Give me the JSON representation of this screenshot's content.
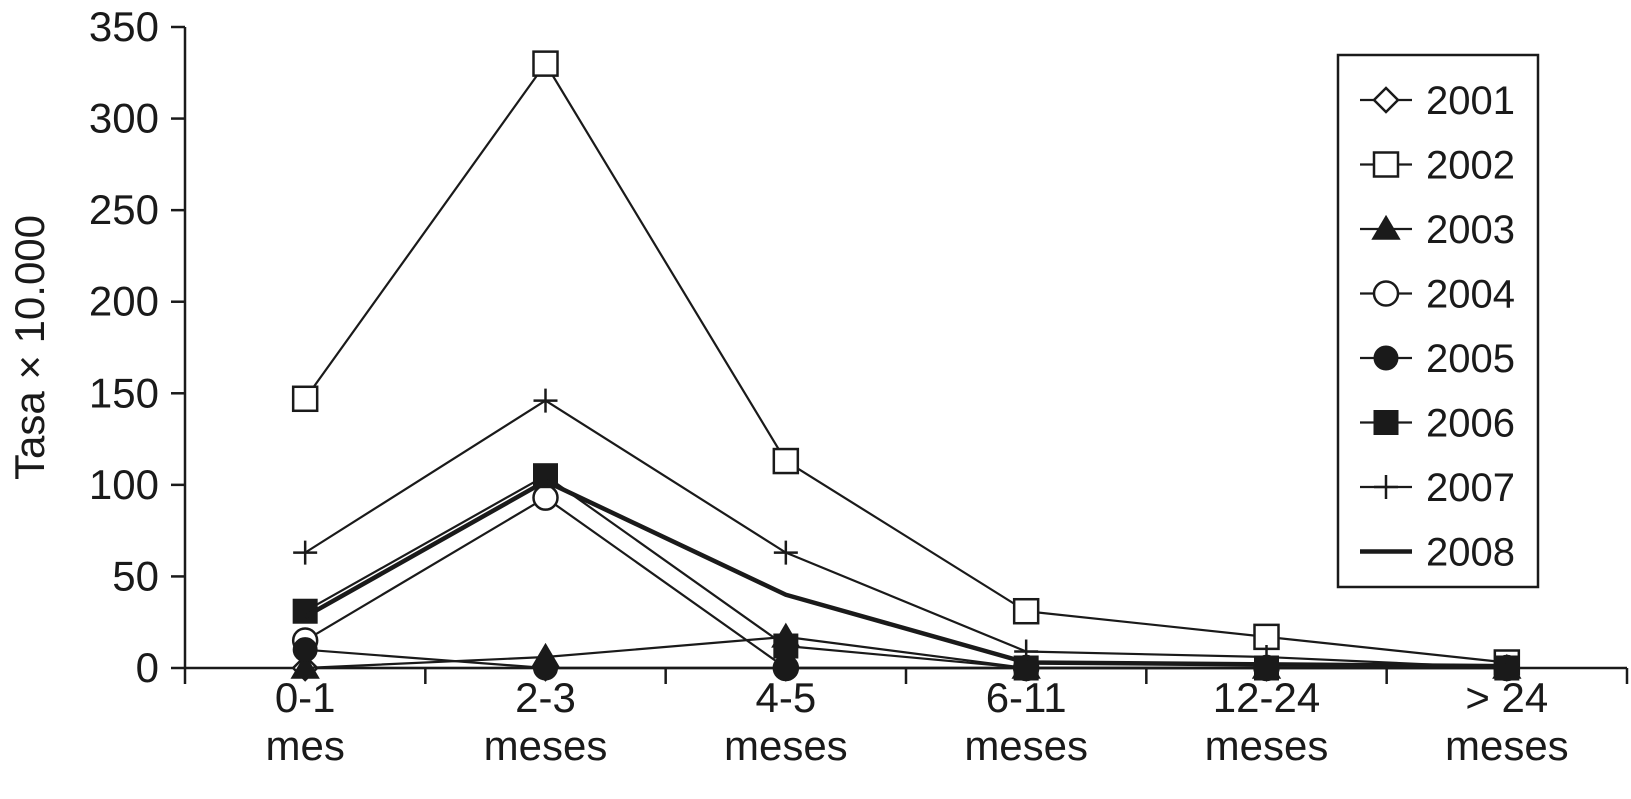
{
  "chart_data": {
    "type": "line",
    "title": "",
    "xlabel": "",
    "ylabel": "Tasa × 10.000",
    "categories": [
      [
        "0-1",
        "mes"
      ],
      [
        "2-3",
        "meses"
      ],
      [
        "4-5",
        "meses"
      ],
      [
        "6-11",
        "meses"
      ],
      [
        "12-24",
        "meses"
      ],
      [
        "> 24",
        "meses"
      ]
    ],
    "ylim": [
      0,
      350
    ],
    "yticks": [
      0,
      50,
      100,
      150,
      200,
      250,
      300,
      350
    ],
    "grid": false,
    "legend_position": "top-right",
    "series": [
      {
        "name": "2001",
        "marker": "diamond-open",
        "values": [
          0,
          0,
          0,
          0,
          0,
          0
        ]
      },
      {
        "name": "2002",
        "marker": "square-open",
        "values": [
          147,
          330,
          113,
          31,
          17,
          3
        ]
      },
      {
        "name": "2003",
        "marker": "triangle-filled",
        "values": [
          0,
          6,
          17,
          0,
          0,
          0
        ]
      },
      {
        "name": "2004",
        "marker": "circle-open",
        "values": [
          15,
          93,
          0,
          0,
          0,
          0
        ]
      },
      {
        "name": "2005",
        "marker": "circle-filled",
        "values": [
          10,
          0,
          0,
          0,
          0,
          0
        ]
      },
      {
        "name": "2006",
        "marker": "square-filled",
        "values": [
          31,
          105,
          12,
          0,
          0,
          0
        ]
      },
      {
        "name": "2007",
        "marker": "plus",
        "values": [
          63,
          146,
          63,
          9,
          6,
          0
        ]
      },
      {
        "name": "2008",
        "marker": "none",
        "values": [
          28,
          102,
          40,
          3,
          2,
          1
        ]
      }
    ]
  }
}
